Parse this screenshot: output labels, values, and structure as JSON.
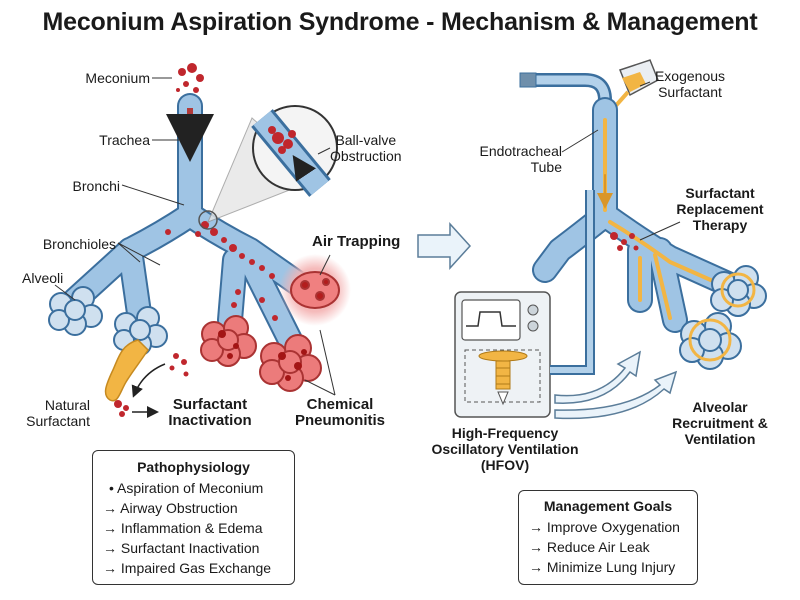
{
  "title": "Meconium Aspiration Syndrome - Mechanism & Management",
  "labels": {
    "meconium": "Meconium",
    "trachea": "Trachea",
    "bronchi": "Bronchi",
    "bronchioles": "Bronchioles",
    "alveoli": "Alveoli",
    "ball_valve": "Ball-valve\nObstruction",
    "air_trapping": "Air Trapping",
    "natural_surfactant": "Natural\nSurfactant",
    "surfactant_inactivation": "Surfactant\nInactivation",
    "chemical_pneumonitis": "Chemical\nPneumonitis",
    "exogenous_surfactant": "Exogenous\nSurfactant",
    "endotracheal_tube": "Endotracheal\nTube",
    "surfactant_replacement": "Surfactant\nReplacement\nTherapy",
    "hfov": "High-Frequency\nOscillatory Ventilation\n(HFOV)",
    "alveolar_recruitment": "Alveolar\nRecruitment &\nVentilation"
  },
  "pathophysiology": {
    "heading": "Pathophysiology",
    "items": [
      "• Aspiration of Meconium",
      "→ Airway Obstruction",
      "→ Inflammation & Edema",
      "→ Surfactant Inactivation",
      "→ Impaired Gas Exchange"
    ]
  },
  "management": {
    "heading": "Management Goals",
    "items": [
      "→ Improve Oxygenation",
      "→ Reduce Air Leak",
      "→ Minimize Lung Injury"
    ]
  },
  "colors": {
    "airway": "#8fb8dc",
    "airway_stroke": "#3b6f9e",
    "alveoli_healthy": "#cfe0ef",
    "alveoli_inflamed": "#e86a6a",
    "meconium": "#c0272d",
    "surfactant": "#f2b544",
    "glow": "#f4b3b3"
  },
  "icons": [
    "arrow-right-icon",
    "ventilator-icon",
    "surfactant-vial-icon",
    "endotracheal-tube-icon",
    "magnifier-inset-icon"
  ]
}
